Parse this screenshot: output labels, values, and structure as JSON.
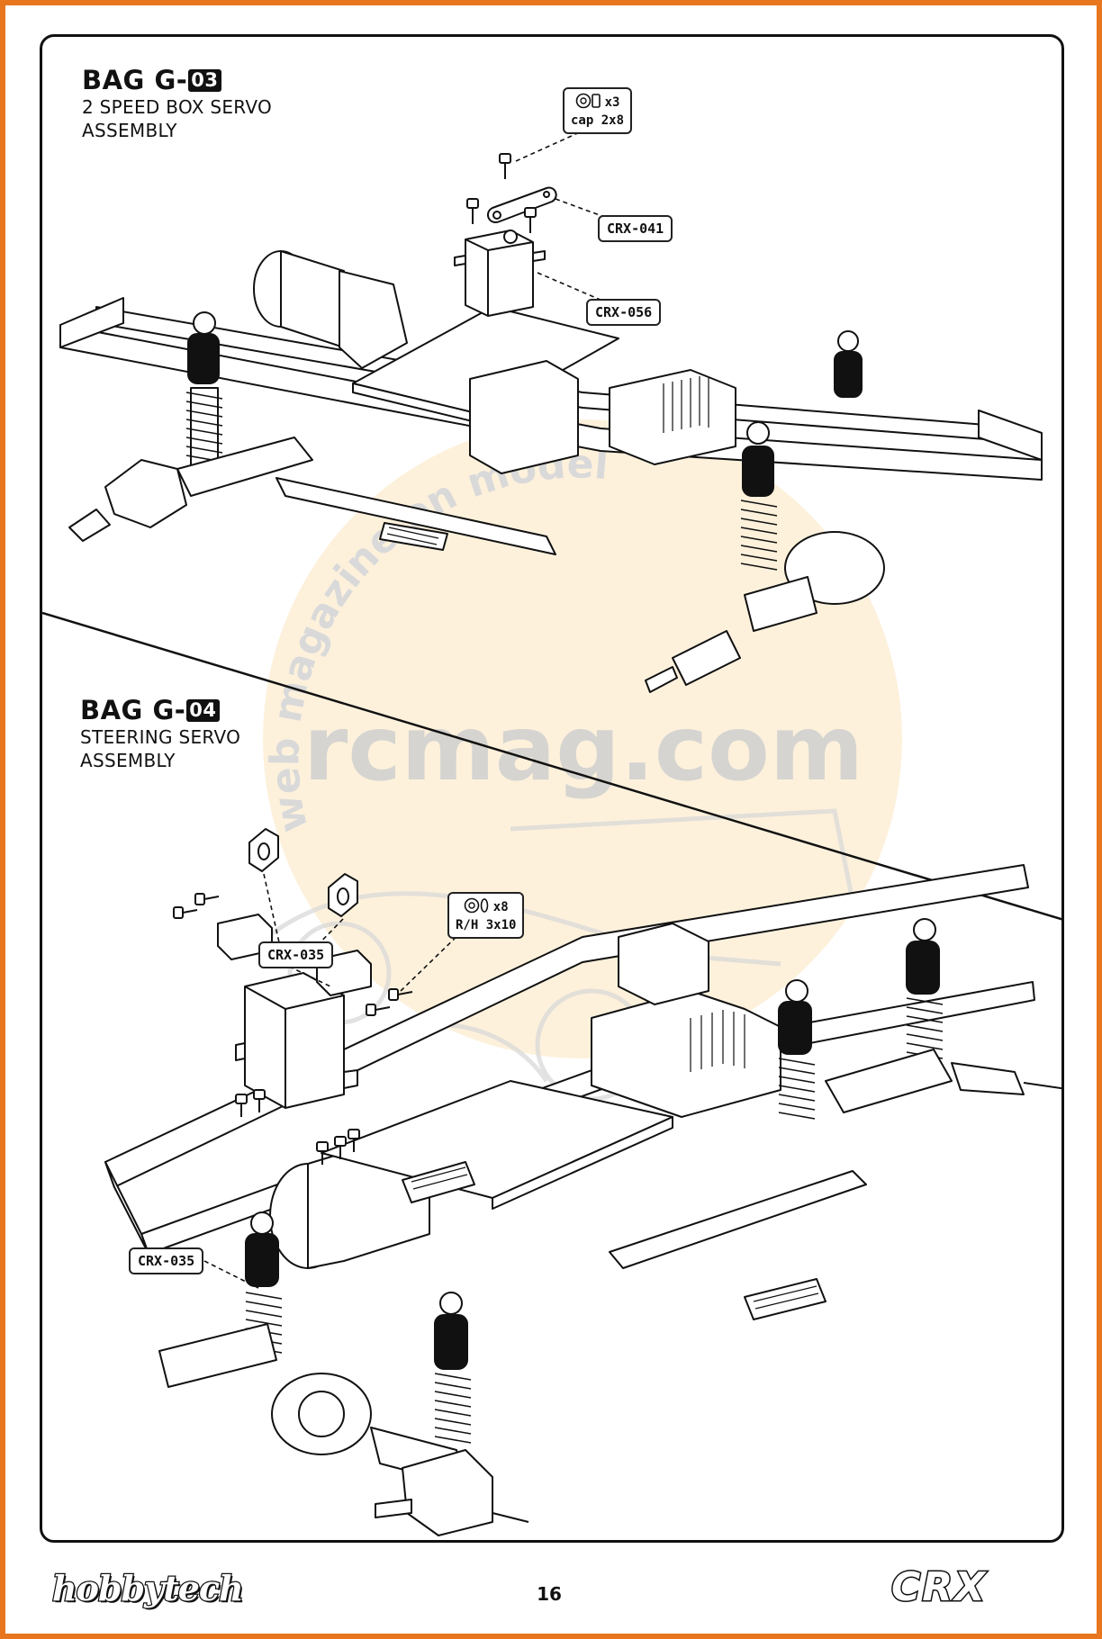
{
  "watermark": {
    "text": "rcmag.com",
    "arc_text": "web magazine on model"
  },
  "sections": [
    {
      "bag_prefix": "BAG G-",
      "bag_number": "03",
      "subtitle": "2 SPEED BOX SERVO\nASSEMBLY",
      "screw_qty": "x3",
      "screw_spec": "cap 2x8",
      "parts": [
        "CRX-041",
        "CRX-056"
      ]
    },
    {
      "bag_prefix": "BAG G-",
      "bag_number": "04",
      "subtitle": "STEERING SERVO\nASSEMBLY",
      "screw_qty": "x8",
      "screw_spec": "R/H 3x10",
      "parts": [
        "CRX-035",
        "CRX-035"
      ]
    }
  ],
  "footer": {
    "brand_left": "hobbytech",
    "page_number": "16",
    "brand_right": "CRX"
  },
  "colors": {
    "border": "#e8761e",
    "watermark_disc": "#fbe6c0",
    "line": "#111111"
  }
}
